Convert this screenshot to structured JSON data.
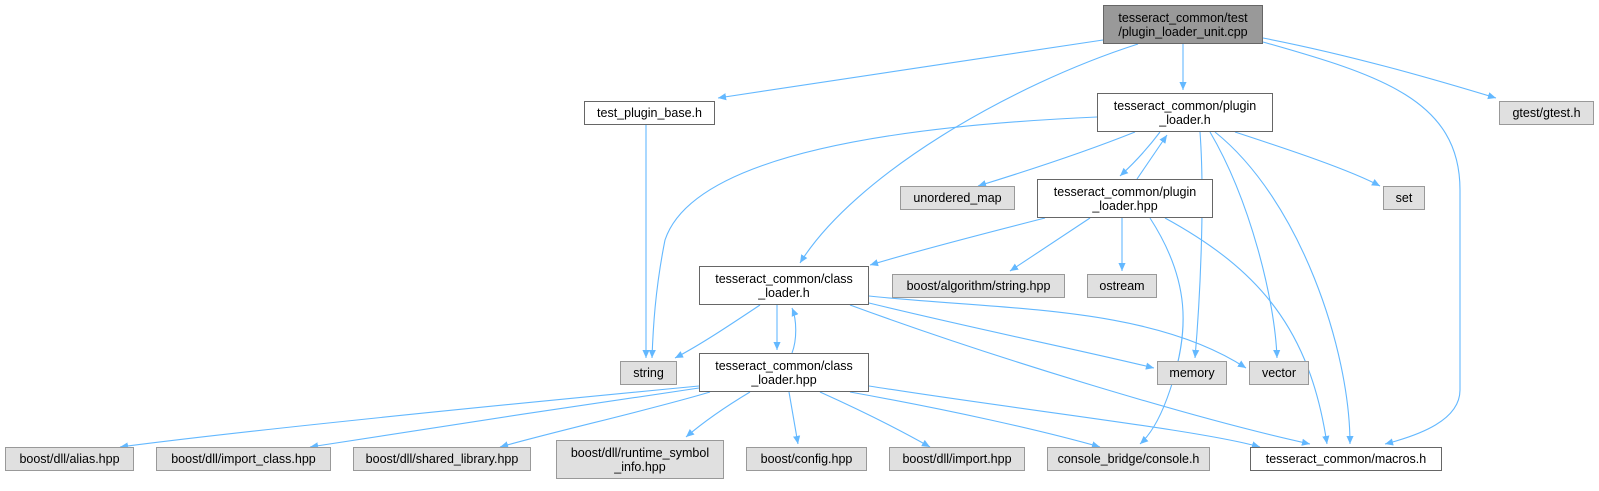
{
  "nodes": {
    "root": "tesseract_common/test\n/plugin_loader_unit.cpp",
    "test_plugin_base": "test_plugin_base.h",
    "plugin_loader_h": "tesseract_common/plugin\n_loader.h",
    "gtest": "gtest/gtest.h",
    "unordered_map": "unordered_map",
    "plugin_loader_hpp": "tesseract_common/plugin\n_loader.hpp",
    "set": "set",
    "class_loader_h": "tesseract_common/class\n_loader.h",
    "boost_algorithm": "boost/algorithm/string.hpp",
    "ostream": "ostream",
    "string": "string",
    "class_loader_hpp": "tesseract_common/class\n_loader.hpp",
    "memory": "memory",
    "vector": "vector",
    "dll_alias": "boost/dll/alias.hpp",
    "dll_import_class": "boost/dll/import_class.hpp",
    "dll_shared_library": "boost/dll/shared_library.hpp",
    "dll_runtime_symbol": "boost/dll/runtime_symbol\n_info.hpp",
    "boost_config": "boost/config.hpp",
    "dll_import": "boost/dll/import.hpp",
    "console_bridge": "console_bridge/console.h",
    "macros": "tesseract_common/macros.h"
  },
  "colors": {
    "edge": "#63b8ff",
    "root_fill": "#999999",
    "documented_fill": "#ffffff",
    "external_fill": "#e0e0e0"
  }
}
